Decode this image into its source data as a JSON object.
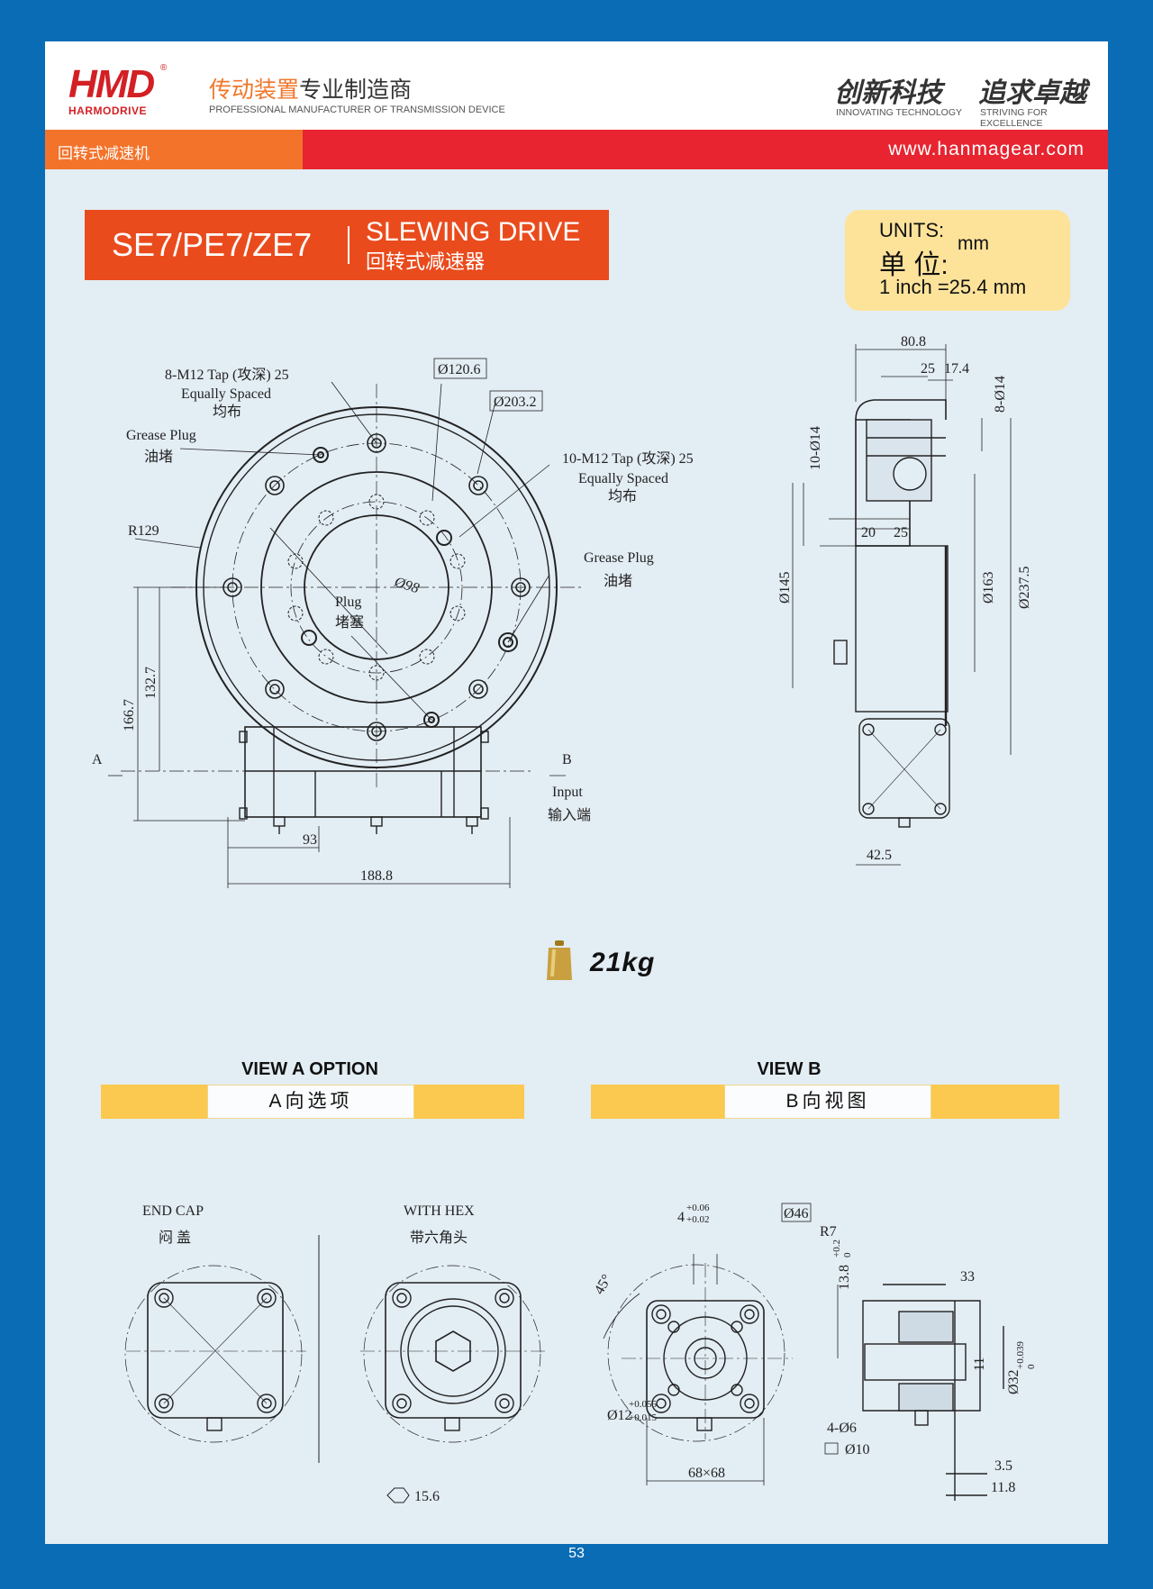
{
  "header": {
    "logo_text": "HMD",
    "logo_sub": "HARMODRIVE",
    "logo_reg": "®",
    "company_cn_highlight": "传动装置",
    "company_cn_rest": "专业制造商",
    "company_en": "PROFESSIONAL MANUFACTURER OF TRANSMISSION DEVICE",
    "slogan1_cn": "创新科技",
    "slogan1_en": "INNOVATING TECHNOLOGY",
    "slogan2_cn": "追求卓越",
    "slogan2_en": "STRIVING FOR EXCELLENCE"
  },
  "band": {
    "category": "回转式减速机",
    "url": "www.hanmagear.com"
  },
  "title": {
    "model": "SE7/PE7/ZE7",
    "name_en": "SLEWING DRIVE",
    "name_cn": "回转式减速器"
  },
  "units": {
    "label_en": "UNITS:",
    "label_cn": "单 位:",
    "unit": "mm",
    "conversion": "1 inch =25.4 mm"
  },
  "front_view": {
    "tap_outer": "8-M12 Tap (攻深) 25",
    "tap_outer_sub": "Equally Spaced",
    "tap_outer_cn": "均布",
    "grease_plug_left": "Grease Plug",
    "grease_plug_left_cn": "油堵",
    "dia_120": "Ø120.6",
    "dia_203": "Ø203.2",
    "tap_inner": "10-M12 Tap (攻深) 25",
    "tap_inner_sub": "Equally Spaced",
    "tap_inner_cn": "均布",
    "grease_plug_right": "Grease Plug",
    "grease_plug_right_cn": "油堵",
    "radius": "R129",
    "bore": "Ø98",
    "plug": "Plug",
    "plug_cn": "堵塞",
    "dim_166": "166.7",
    "dim_132": "132.7",
    "view_a": "A",
    "view_b": "B",
    "input": "Input",
    "input_cn": "输入端",
    "dim_93": "93",
    "dim_188": "188.8"
  },
  "side_view": {
    "dim_80": "80.8",
    "dim_25": "25",
    "dim_17": "17.4",
    "holes_8": "8-Ø14",
    "holes_10": "10-Ø14",
    "dim_20": "20",
    "dim_25b": "25",
    "dia_145": "Ø145",
    "dia_163": "Ø163",
    "dia_237": "Ø237.5",
    "dim_42": "42.5"
  },
  "weight": "21kg",
  "view_a": {
    "title": "VIEW A OPTION",
    "subtitle": "A向选项"
  },
  "view_b": {
    "title": "VIEW B",
    "subtitle": "B向视图"
  },
  "end_cap": {
    "title": "END CAP",
    "title_cn": "闷 盖"
  },
  "with_hex": {
    "title": "WITH HEX",
    "title_cn": "带六角头",
    "hex_size": "15.6"
  },
  "view_b_dims": {
    "key_width": "4",
    "key_tol_up": "+0.06",
    "key_tol_low": "+0.02",
    "dia_46": "Ø46",
    "radius_7": "R7",
    "angle": "45°",
    "dim_13": "13.8",
    "dim_13_tol_up": "+0.2",
    "dim_13_tol_low": "0",
    "shaft": "Ø12",
    "shaft_tol_up": "+0.055",
    "shaft_tol_low": "+0.015",
    "holes": "4-Ø6",
    "counterbore": "Ø10",
    "square": "68×68",
    "dim_33": "33",
    "dim_11": "11",
    "dia_32": "Ø32",
    "dia_32_tol_up": "+0.039",
    "dia_32_tol_low": "0",
    "dim_3_5": "3.5",
    "dim_11_8": "11.8"
  },
  "page_number": "53"
}
